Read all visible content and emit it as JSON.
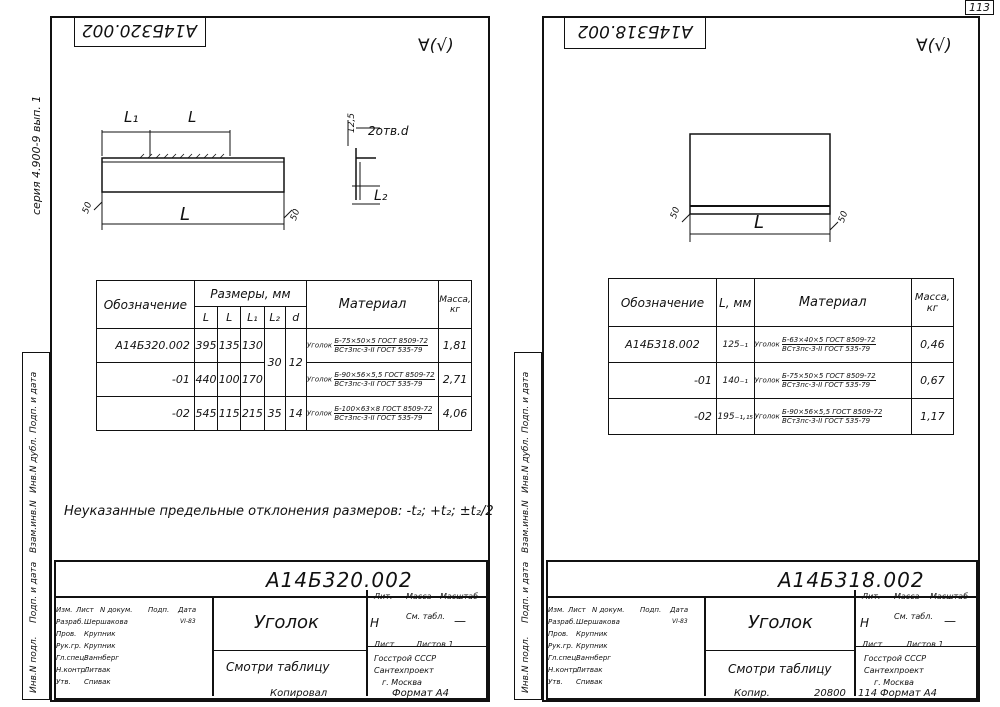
{
  "page_number": "113",
  "left": {
    "series": "серия 4.900-9 вып. 1",
    "code_mirror": "А14Б320.002",
    "roughness": "∀(√)",
    "dims": {
      "l1": "L₁",
      "l": "L",
      "L": "L",
      "cut": "50",
      "cut2": "50",
      "sec_w": "12,5",
      "holes": "2отв.d",
      "l2": "L₂"
    },
    "table": {
      "h_designation": "Обозначение",
      "h_sizes": "Размеры, мм",
      "h_material": "Материал",
      "h_mass": "Масса, кг",
      "subcols": [
        "L",
        "L",
        "L₁",
        "L₂",
        "d"
      ],
      "rows": [
        {
          "des": "А14Б320.002",
          "L": "395",
          "l": "135",
          "l1": "130",
          "l2": "30",
          "d": "12",
          "mat_prefix": "Уголок",
          "mat_top": "Б-75×50×5 ГОСТ 8509-72",
          "mat_bot": "ВСт3пс-3-II ГОСТ 535-79",
          "mass": "1,81"
        },
        {
          "des": "-01",
          "L": "440",
          "l": "100",
          "l1": "170",
          "l2": "",
          "d": "",
          "mat_prefix": "Уголок",
          "mat_top": "Б-90×56×5,5 ГОСТ 8509-72",
          "mat_bot": "ВСт3пс-3-II ГОСТ 535-79",
          "mass": "2,71"
        },
        {
          "des": "-02",
          "L": "545",
          "l": "115",
          "l1": "215",
          "l2": "35",
          "d": "14",
          "mat_prefix": "Уголок",
          "mat_top": "Б-100×63×8 ГОСТ 8509-72",
          "mat_bot": "ВСт3пс-3-II ГОСТ 535-79",
          "mass": "4,06"
        }
      ]
    },
    "note": "Неуказанные предельные отклонения размеров: -t₂; +t₂; ±t₂/2",
    "side_stamps": [
      "Инв.N подл.",
      "Подп. и дата",
      "Взам.инв.N",
      "Инв.N дубл.",
      "Подп. и дата"
    ],
    "title_block": {
      "code": "А14Б320.002",
      "name": "Уголок",
      "lit": "Лит.",
      "mass": "Масса",
      "scale": "Масштаб",
      "lit_val": "Н",
      "mass_val": "См. табл.",
      "scale_val": "—",
      "sheet": "Лист",
      "sheets": "Листов 1",
      "see_table": "Смотри таблицу",
      "org1": "Госстрой СССР",
      "org2": "Сантехпроект",
      "org3": "г. Москва",
      "rows": [
        {
          "role": "Изм.",
          "name": "Лист",
          "doc": "N докум.",
          "sign": "Подп.",
          "date": "Дата"
        },
        {
          "role": "Разраб.",
          "name": "Шершакова",
          "doc": "",
          "sign": "",
          "date": "VI-83"
        },
        {
          "role": "Пров.",
          "name": "Крупник",
          "doc": "",
          "sign": "",
          "date": ""
        },
        {
          "role": "Рук.гр.",
          "name": "Крупник",
          "doc": "",
          "sign": "",
          "date": ""
        },
        {
          "role": "Гл.спец.",
          "name": "Ваннберг",
          "doc": "",
          "sign": "",
          "date": ""
        },
        {
          "role": "Н.контр.",
          "name": "Литвак",
          "doc": "",
          "sign": "",
          "date": ""
        },
        {
          "role": "Утв.",
          "name": "Спивак",
          "doc": "",
          "sign": "",
          "date": ""
        }
      ],
      "copied": "Копировал",
      "format": "Формат А4"
    }
  },
  "right": {
    "code_mirror": "А14Б318.002",
    "roughness": "∀(√)",
    "dims": {
      "L": "L",
      "cut": "50",
      "cut2": "50"
    },
    "table": {
      "h_designation": "Обозначение",
      "h_L": "L, мм",
      "h_material": "Материал",
      "h_mass": "Масса, кг",
      "rows": [
        {
          "des": "А14Б318.002",
          "L": "125₋₁",
          "mat_prefix": "Уголок",
          "mat_top": "Б-63×40×5 ГОСТ 8509-72",
          "mat_bot": "ВСт3пс-3-II ГОСТ 535-79",
          "mass": "0,46"
        },
        {
          "des": "-01",
          "L": "140₋₁",
          "mat_prefix": "Уголок",
          "mat_top": "Б-75×50×5 ГОСТ 8509-72",
          "mat_bot": "ВСт3пс-3-II ГОСТ 535-79",
          "mass": "0,67"
        },
        {
          "des": "-02",
          "L": "195₋₁,₁₅",
          "mat_prefix": "Уголок",
          "mat_top": "Б-90×56×5,5 ГОСТ 8509-72",
          "mat_bot": "ВСт3пс-3-II ГОСТ 535-79",
          "mass": "1,17"
        }
      ]
    },
    "side_stamps": [
      "Инв.N подл.",
      "Подп. и дата",
      "Взам.инв.N",
      "Инв.N дубл.",
      "Подп. и дата"
    ],
    "title_block": {
      "code": "А14Б318.002",
      "name": "Уголок",
      "lit": "Лит.",
      "mass": "Масса",
      "scale": "Масштаб",
      "lit_val": "Н",
      "mass_val": "См. табл.",
      "scale_val": "—",
      "sheet": "Лист",
      "sheets": "Листов 1",
      "see_table": "Смотри таблицу",
      "org1": "Госстрой СССР",
      "org2": "Сантехпроект",
      "org3": "г. Москва",
      "rows": [
        {
          "role": "Изм.",
          "name": "Лист",
          "doc": "N докум.",
          "sign": "Подп.",
          "date": "Дата"
        },
        {
          "role": "Разраб.",
          "name": "Шершакова",
          "doc": "",
          "sign": "",
          "date": "VI-83"
        },
        {
          "role": "Пров.",
          "name": "Крупник",
          "doc": "",
          "sign": "",
          "date": ""
        },
        {
          "role": "Рук.гр.",
          "name": "Крупник",
          "doc": "",
          "sign": "",
          "date": ""
        },
        {
          "role": "Гл.спец.",
          "name": "Ваннберг",
          "doc": "",
          "sign": "",
          "date": ""
        },
        {
          "role": "Н.контр.",
          "name": "Литвак",
          "doc": "",
          "sign": "",
          "date": ""
        },
        {
          "role": "Утв.",
          "name": "Спивак",
          "doc": "",
          "sign": "",
          "date": ""
        }
      ],
      "copied": "Копир.",
      "order": "20800",
      "sheet_no": "114",
      "format": "Формат А4"
    }
  }
}
